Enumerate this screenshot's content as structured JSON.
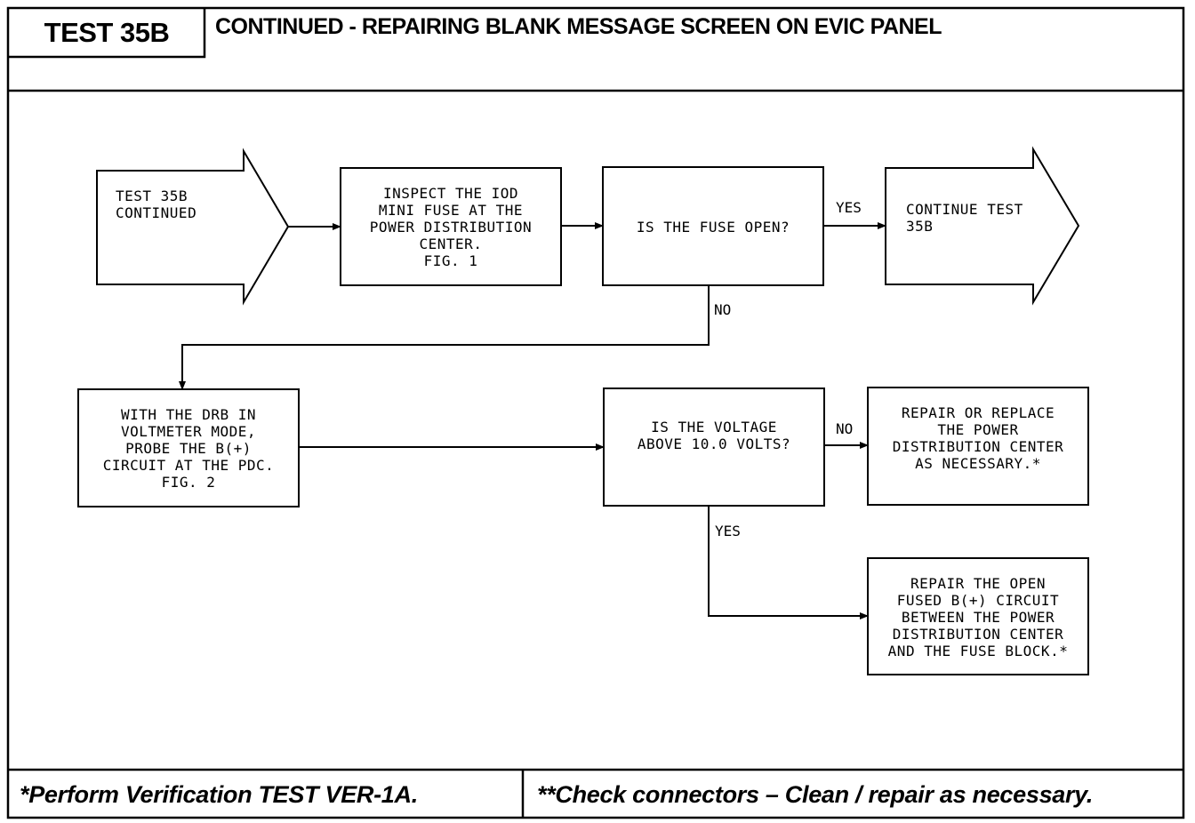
{
  "header": {
    "test_label": "TEST 35B",
    "title": "CONTINUED - REPAIRING BLANK MESSAGE SCREEN ON EVIC PANEL"
  },
  "flowchart": {
    "start": "TEST 35B\nCONTINUED",
    "inspect": "INSPECT THE IOD\nMINI FUSE AT THE\nPOWER DISTRIBUTION\nCENTER.\nFIG. 1",
    "decision_fuse": "IS THE FUSE OPEN?",
    "continue": "CONTINUE TEST\n35B",
    "probe": "WITH THE DRB IN\nVOLTMETER MODE,\nPROBE THE B(+)\nCIRCUIT AT THE PDC.\nFIG. 2",
    "decision_voltage": "IS THE VOLTAGE\nABOVE 10.0 VOLTS?",
    "repair_pdc": "REPAIR OR REPLACE\nTHE POWER\nDISTRIBUTION CENTER\nAS NECESSARY.*",
    "repair_circuit": "REPAIR THE OPEN\nFUSED B(+) CIRCUIT\nBETWEEN THE POWER\nDISTRIBUTION CENTER\nAND THE FUSE BLOCK.*",
    "labels": {
      "fuse_yes": "YES",
      "fuse_no": "NO",
      "voltage_no": "NO",
      "voltage_yes": "YES"
    }
  },
  "footer": {
    "left": "*Perform Verification TEST VER-1A.",
    "right": "**Check connectors – Clean / repair as necessary."
  }
}
